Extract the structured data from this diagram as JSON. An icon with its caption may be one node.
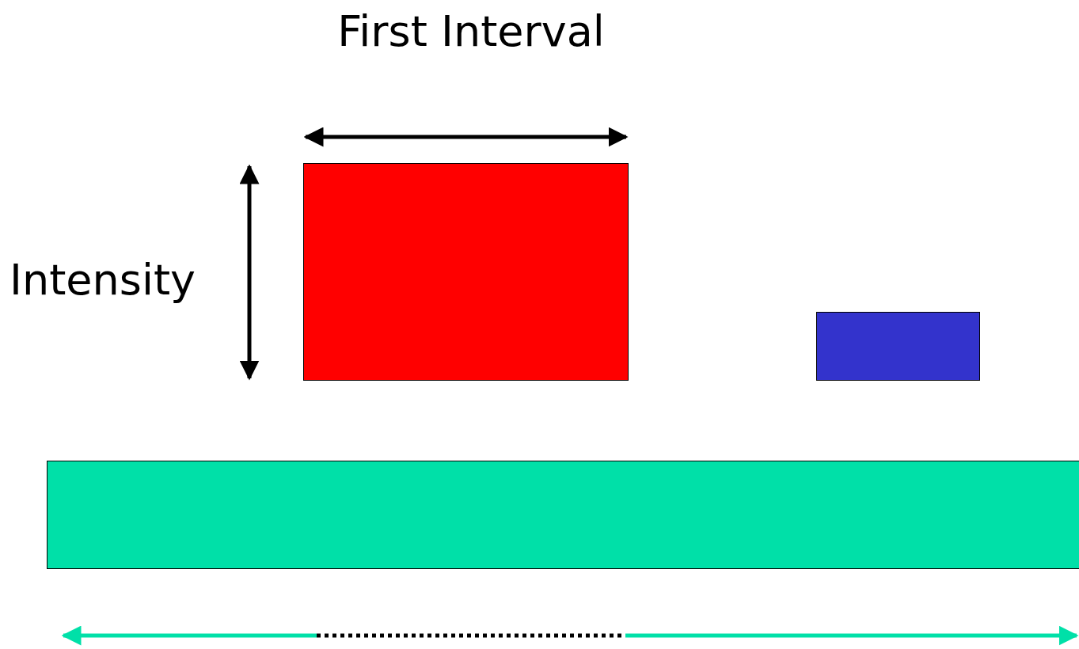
{
  "diagram": {
    "nodes": [
      {
        "text": [],
        "shape": "box"
      },
      {
        "text": [],
        "shape": "box"
      },
      {
        "text": [],
        "shape": "box"
      }
    ],
    "labels": [
      "First Interval",
      "Intensity"
    ]
  }
}
